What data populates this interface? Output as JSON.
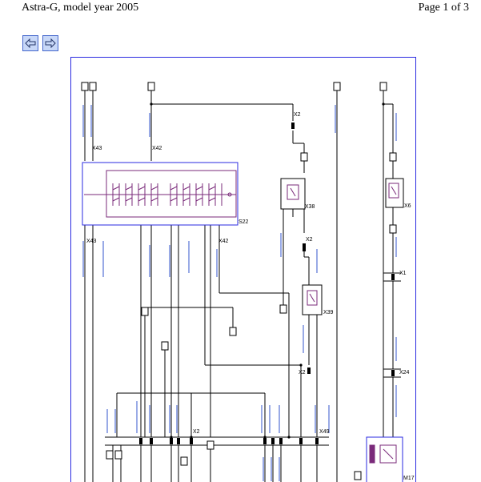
{
  "header": {
    "title": "Astra-G, model year 2005",
    "page_indicator": "Page 1 of 3"
  },
  "navigation": {
    "prev_icon": "arrow-left-icon",
    "next_icon": "arrow-right-icon",
    "button_color": "#c8d8f8",
    "border_color": "#4466cc"
  },
  "diagram": {
    "frame_color": "#2a2ae0",
    "switch_color": "#7a2a7a",
    "wire_label_color": "#3355cc",
    "labels": {
      "x43_top": "X43",
      "x42_top": "X42",
      "x43_bottom": "X43",
      "x42_bottom": "X42",
      "s22": "S22",
      "x2_top": "X2",
      "x2_mid": "X2",
      "x2_lower": "X2",
      "x2_bottom": "X2",
      "x38": "X38",
      "x39": "X39",
      "x6": "X6",
      "x1": "X1",
      "x24": "X24",
      "x49": "X49",
      "m17": "M17"
    }
  }
}
